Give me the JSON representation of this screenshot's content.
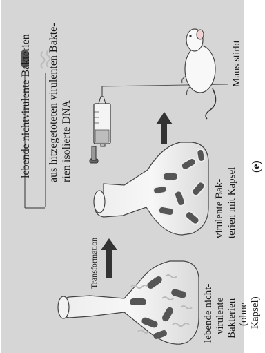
{
  "legend": {
    "line1": "lebende nichtvirulente Bakterien",
    "line2": "aus hitzegetöteten virulenten Bakte-",
    "line3": "rien isolierte DNA"
  },
  "labels": {
    "transformation": "Transformation",
    "mouse_dies": "Maus stirbt",
    "flask1_lines": [
      "lebende nicht-",
      "virulente",
      "Bakterien",
      "(ohne",
      "Kapsel)"
    ],
    "flask2_lines": [
      "virulente Bak-",
      "terien mit Kapsel"
    ]
  },
  "panel_label": "(e)",
  "colors": {
    "background_band": "#d4d4d4",
    "bacteria": "#555555",
    "dna": "#c8c8c8",
    "arrow": "#333333"
  }
}
